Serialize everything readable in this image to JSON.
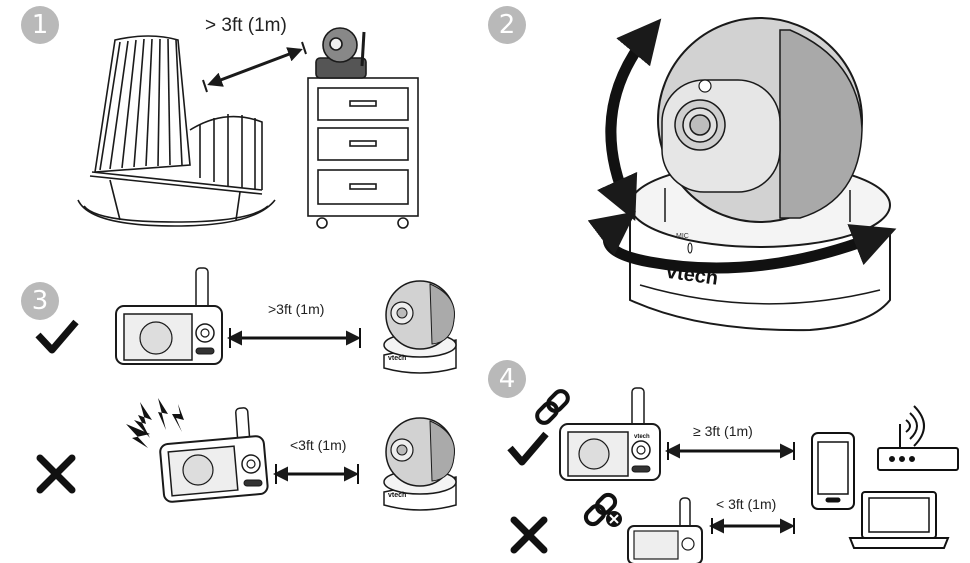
{
  "steps": {
    "one": {
      "number": "1",
      "distance": "> 3ft (1m)"
    },
    "two": {
      "number": "2",
      "mic_label": "MIC",
      "brand": "vtech"
    },
    "three": {
      "number": "3",
      "ok_distance": ">3ft (1m)",
      "bad_distance": "<3ft (1m)",
      "brand": "vtech"
    },
    "four": {
      "number": "4",
      "ok_distance": "≥ 3ft (1m)",
      "bad_distance": "<  3ft (1m)",
      "brand": "vtech"
    }
  },
  "icons": [
    "check-icon",
    "cross-icon",
    "link-icon",
    "broken-link-icon",
    "interference-burst-icon",
    "wifi-router-icon",
    "smartphone-icon",
    "laptop-icon"
  ],
  "colors": {
    "badge": "#b9b9b9",
    "line": "#1a1a1a",
    "camera_shell": "#d2d2d2"
  }
}
